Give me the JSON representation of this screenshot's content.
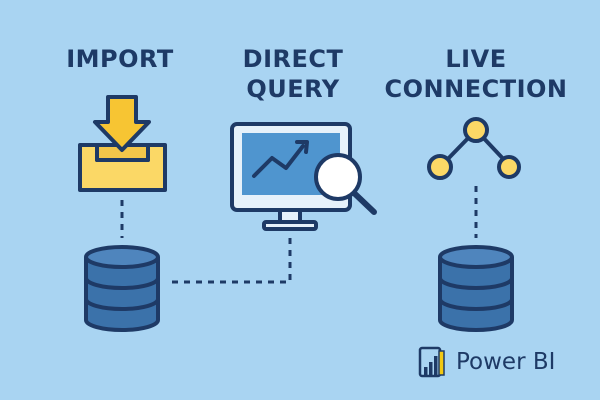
{
  "columns": {
    "import": {
      "title": "IMPORT"
    },
    "direct_query": {
      "title_line1": "DIRECT",
      "title_line2": "QUERY"
    },
    "live_connection": {
      "title_line1": "LIVE",
      "title_line2": "CONNECTION"
    }
  },
  "brand": {
    "name": "Power BI"
  },
  "icons": {
    "import": "inbox-download-icon",
    "direct_query": "monitor-chart-search-icon",
    "live_connection": "network-nodes-icon",
    "database": "database-icon",
    "brand": "power-bi-logo-icon"
  },
  "colors": {
    "background": "#a9d4f2",
    "outline": "#1e3a66",
    "database_fill": "#3b72aa",
    "tray_fill": "#fbd866",
    "arrow_fill": "#f7c533",
    "screen_fill": "#4f95cf",
    "node_fill": "#fbd866",
    "logo_fill": "#f2c811"
  }
}
